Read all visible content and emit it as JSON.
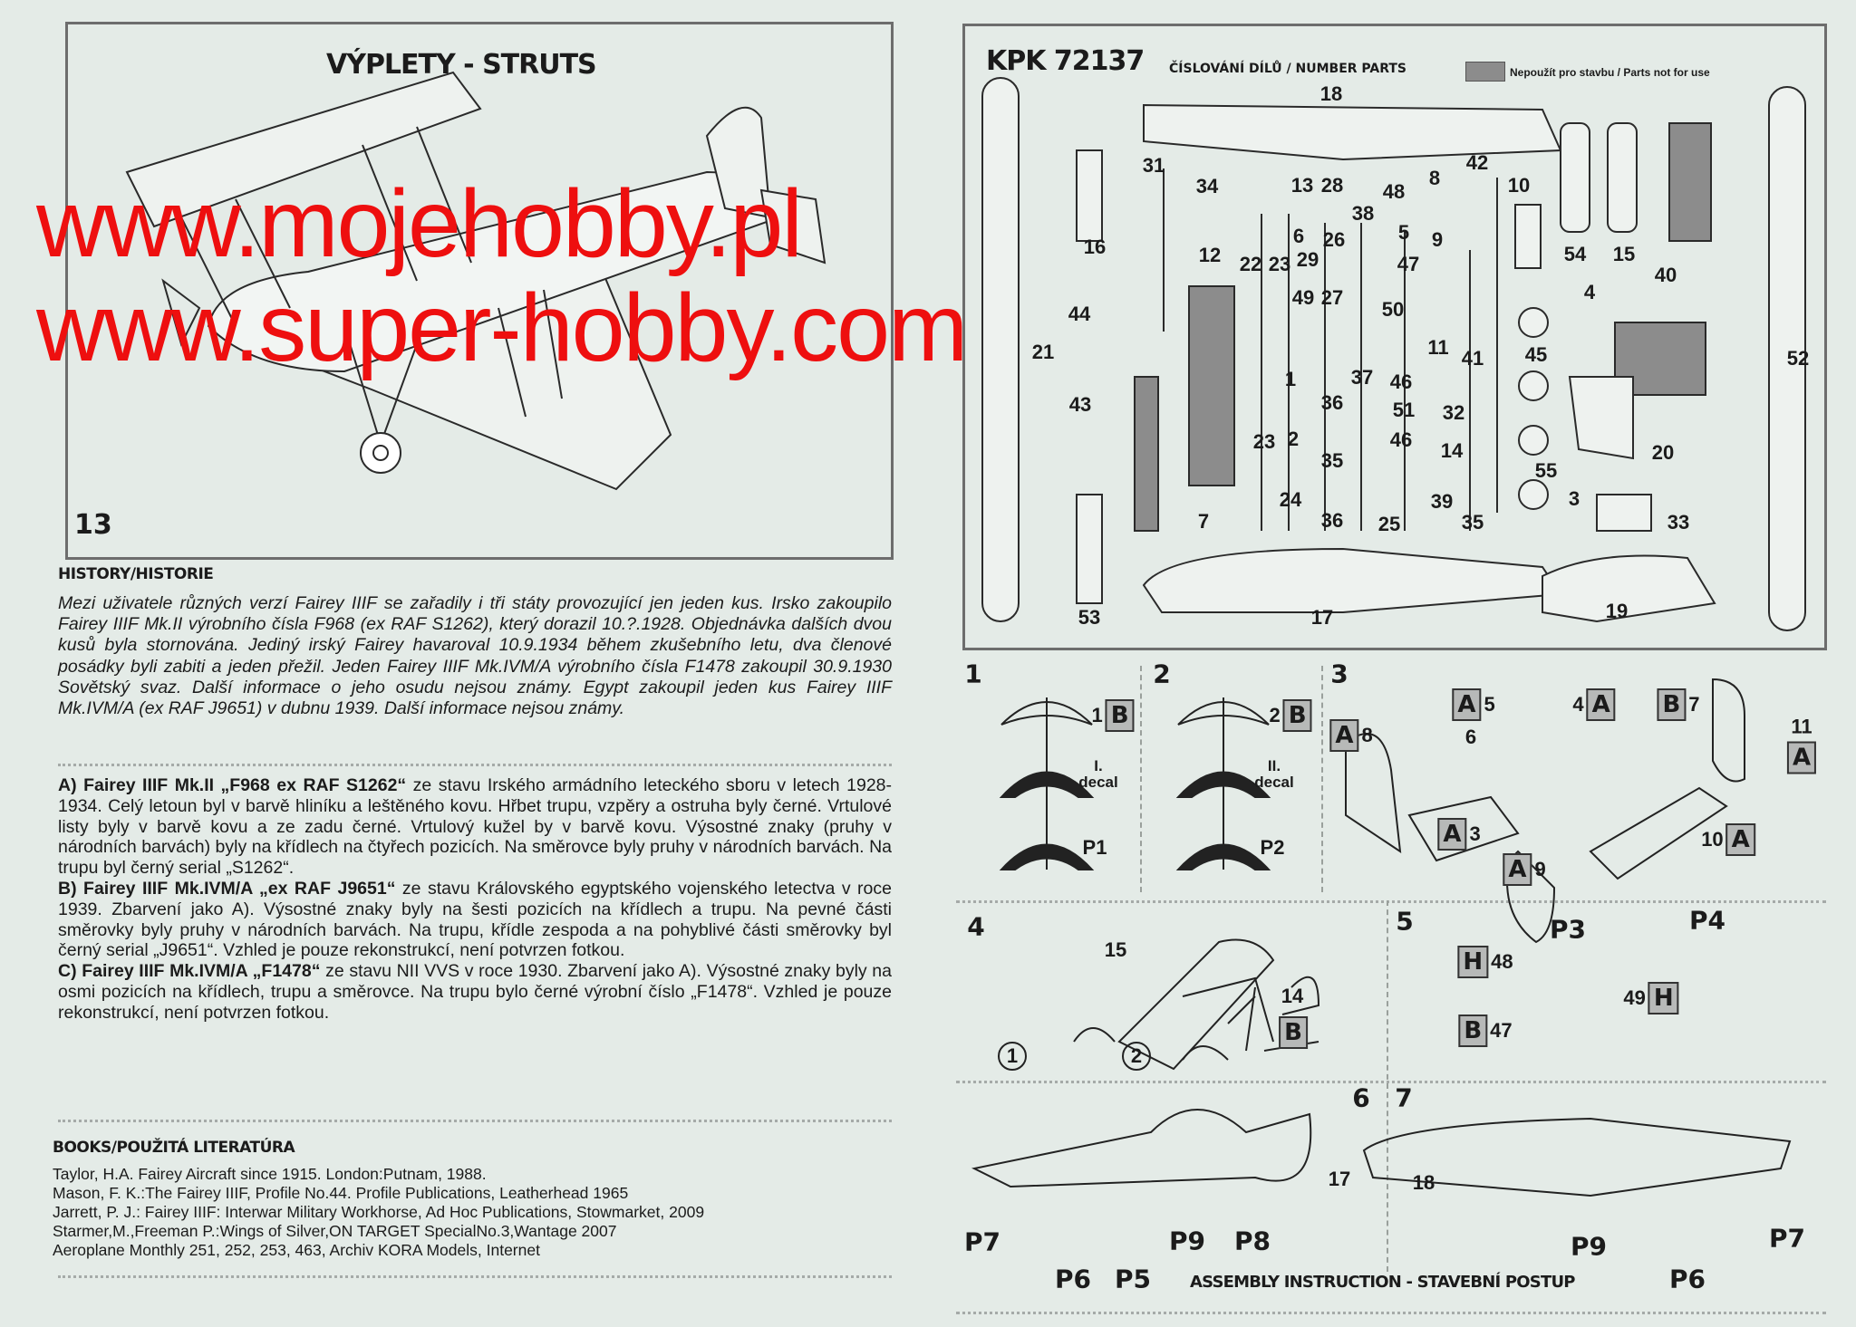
{
  "left_page": {
    "struts_title": "VÝPLETY - STRUTS",
    "page_number": "13",
    "history_heading": "HISTORY/HISTORIE",
    "history_text": "Mezi uživatele různých verzí Fairey IIIF se zařadily i tři státy provozující jen jeden kus. Irsko zakoupilo Fairey IIIF Mk.II výrobního čísla F968 (ex RAF S1262), který dorazil 10.?.1928. Objednávka dalších dvou kusů byla stornována. Jediný irský Fairey havaroval 10.9.1934 během zkušebního letu, dva členové posádky byli zabiti a jeden přežil. Jeden Fairey IIIF Mk.IVM/A výrobního čísla F1478 zakoupil 30.9.1930 Sovětský svaz. Další informace o jeho osudu nejsou známy.  Egypt zakoupil jeden kus Fairey IIIF Mk.IVM/A (ex RAF J9651) v dubnu 1939. Další informace nejsou známy.",
    "variants": [
      {
        "title": "A) Fairey IIIF Mk.II „F968 ex RAF S1262“",
        "text": " ze stavu Irského armádního leteckého sboru v letech 1928-1934. Celý letoun byl v barvě hliníku a leštěného kovu. Hřbet trupu, vzpěry a ostruha byly černé. Vrtulové listy byly v barvě kovu a ze zadu černé. Vrtulový kužel by v barvě kovu. Výsostné znaky (pruhy v národních barvách) byly na křídlech na čtyřech pozicích. Na směrovce byly pruhy v národních barvách. Na trupu byl černý serial „S1262“."
      },
      {
        "title": "B) Fairey IIIF Mk.IVM/A „ex RAF J9651“",
        "text": " ze stavu Královského egyptského vojenského letectva v roce 1939. Zbarvení jako A). Výsostné znaky byly na šesti pozicích na křídlech a trupu. Na pevné části směrovky byly pruhy v národních barvách. Na trupu, křídle zespoda a na pohyblivé části směrovky byl černý serial „J9651“.  Vzhled je pouze rekonstrukcí, není potvrzen fotkou."
      },
      {
        "title": "C) Fairey IIIF Mk.IVM/A „F1478“",
        "text": " ze stavu NII VVS v roce 1930. Zbarvení jako A). Výsostné znaky byly na osmi pozicích na křídlech, trupu a směrovce. Na trupu bylo černé výrobní číslo „F1478“.  Vzhled je pouze rekonstrukcí, není potvrzen fotkou."
      }
    ],
    "books_heading": "BOOKS/POUŽITÁ LITERATÚRA",
    "books": [
      "Taylor, H.A. Fairey Aircraft since 1915. London:Putnam, 1988.",
      "Mason, F. K.:The Fairey IIIF, Profile No.44. Profile Publications, Leatherhead 1965",
      "Jarrett, P. J.: Fairey IIIF: Interwar Military Workhorse, Ad Hoc Publications, Stowmarket, 2009",
      "Starmer,M.,Freeman P.:Wings of Silver,ON TARGET SpecialNo.3,Wantage 2007",
      "Aeroplane Monthly 251, 252, 253, 463, Archiv KORA Models, Internet"
    ]
  },
  "right_page": {
    "kit_code": "KPK 72137",
    "number_parts_title": "ČÍSLOVÁNÍ DÍLŮ / NUMBER PARTS",
    "legend_text": "Nepoužít pro stavbu / Parts not for use",
    "legend_color": "#8c8c8c",
    "part_numbers": [
      "18",
      "31",
      "34",
      "13",
      "28",
      "48",
      "8",
      "42",
      "10",
      "16",
      "12",
      "6",
      "26",
      "38",
      "5",
      "9",
      "22",
      "23",
      "29",
      "47",
      "54",
      "15",
      "49",
      "27",
      "50",
      "44",
      "4",
      "40",
      "21",
      "11",
      "41",
      "45",
      "52",
      "37",
      "46",
      "1",
      "51",
      "32",
      "43",
      "36",
      "2",
      "46",
      "14",
      "20",
      "23",
      "35",
      "55",
      "24",
      "36",
      "25",
      "39",
      "35",
      "3",
      "33",
      "7",
      "53",
      "17",
      "19"
    ],
    "steps": {
      "s1": {
        "num": "1",
        "part": "1",
        "sprue": "B",
        "decal": "I.\ndecal",
        "pe": "P1"
      },
      "s2": {
        "num": "2",
        "part": "2",
        "sprue": "B",
        "decal": "II.\ndecal",
        "pe": "P2"
      },
      "s3": {
        "num": "3",
        "items": [
          {
            "sprue": "A",
            "part": "8"
          },
          {
            "sprue": "A",
            "part": "5"
          },
          {
            "sprue": "",
            "part": "6"
          },
          {
            "sprue": "A",
            "part": "4"
          },
          {
            "sprue": "B",
            "part": "7"
          },
          {
            "sprue": "A",
            "part": "11"
          },
          {
            "sprue": "A",
            "part": "3"
          },
          {
            "sprue": "A",
            "part": "9"
          },
          {
            "sprue": "A",
            "part": "10"
          }
        ]
      },
      "s4": {
        "num": "4",
        "part_a": "15",
        "part_b": "14",
        "sprue": "B",
        "circle1": "1",
        "circle2": "2"
      },
      "s5": {
        "num": "5",
        "p3": "P3",
        "p4": "P4",
        "h": "H",
        "p48": "48",
        "p49": "49",
        "b": "B",
        "p47": "47"
      },
      "s6": {
        "num": "6",
        "part": "17",
        "pe": [
          "P7",
          "P6",
          "P5",
          "P9",
          "P8"
        ]
      },
      "s7": {
        "num": "7",
        "part": "18",
        "pe": [
          "P9",
          "P6",
          "P7"
        ]
      }
    },
    "footer": "ASSEMBLY INSTRUCTION - STAVEBNÍ POSTUP"
  },
  "watermark": "www.mojehobby.pl www.super-hobby.com"
}
